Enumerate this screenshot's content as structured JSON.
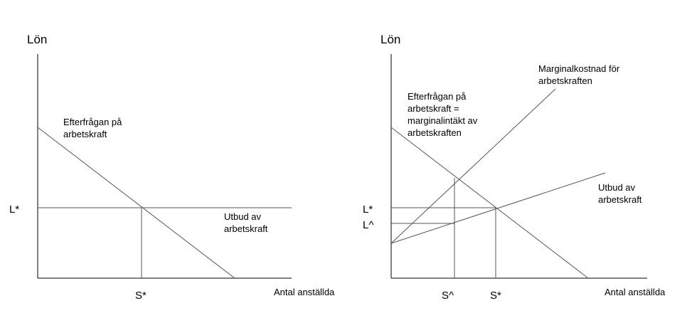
{
  "left_panel": {
    "y_axis_title": "Lön",
    "x_axis_title": "Antal anställda",
    "demand_label": [
      "Efterfrågan på",
      "arbetskraft"
    ],
    "supply_label": [
      "Utbud av",
      "arbetskraft"
    ],
    "wage_tick": "L*",
    "quantity_tick": "S*"
  },
  "right_panel": {
    "y_axis_title": "Lön",
    "x_axis_title": "Antal anställda",
    "marginal_cost_label": [
      "Marginalkostnad för",
      "arbetskraften"
    ],
    "demand_label": [
      "Efterfrågan på",
      "arbetskraft =",
      "marginalintäkt av",
      "arbetskraften"
    ],
    "supply_label": [
      "Utbud av",
      "arbetskraft"
    ],
    "wage_ticks": [
      "L*",
      "L^"
    ],
    "quantity_ticks": [
      "S^",
      "S*"
    ]
  },
  "colors": {
    "axis": "#000000",
    "curves": "#555555"
  }
}
